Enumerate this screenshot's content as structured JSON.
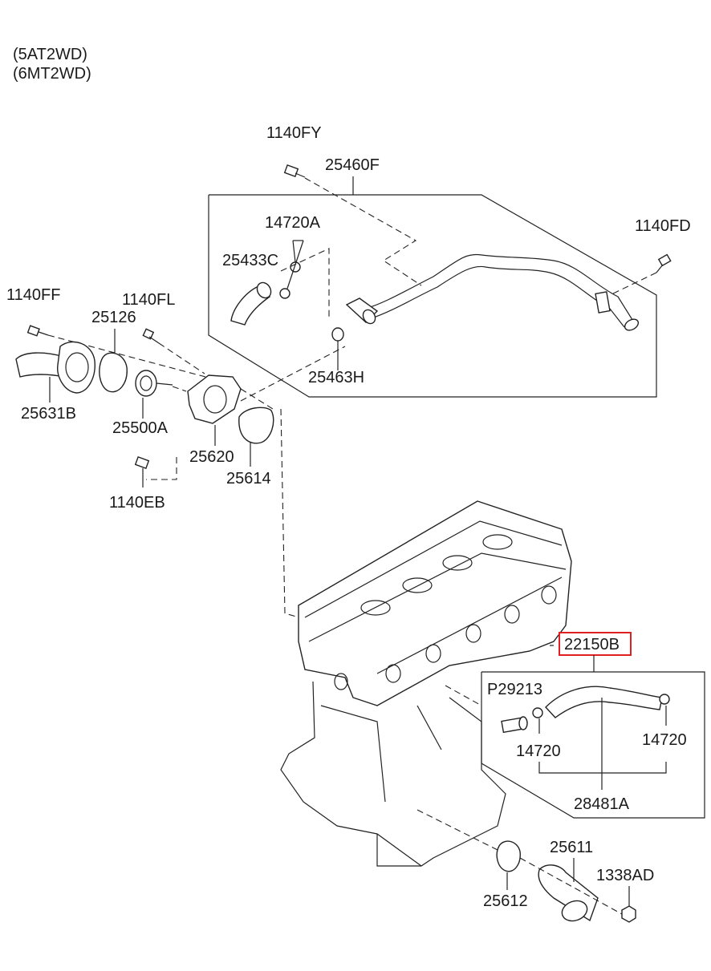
{
  "header": {
    "line1": "(5AT2WD)",
    "line2": "(6MT2WD)"
  },
  "parts": {
    "p1140FY": "1140FY",
    "p25460F": "25460F",
    "p14720A": "14720A",
    "p25433C": "25433C",
    "p1140FD": "1140FD",
    "p25463H": "25463H",
    "p1140FF": "1140FF",
    "p25126": "25126",
    "p1140FL": "1140FL",
    "p25631B": "25631B",
    "p25500A": "25500A",
    "p25620": "25620",
    "p25614": "25614",
    "p1140EB": "1140EB",
    "p22150B": "22150B",
    "pP29213": "P29213",
    "p14720_left": "14720",
    "p14720_right": "14720",
    "p28481A": "28481A",
    "p25611": "25611",
    "p1338AD": "1338AD",
    "p25612": "25612"
  },
  "highlight": {
    "part": "22150B",
    "color": "#e02020"
  }
}
